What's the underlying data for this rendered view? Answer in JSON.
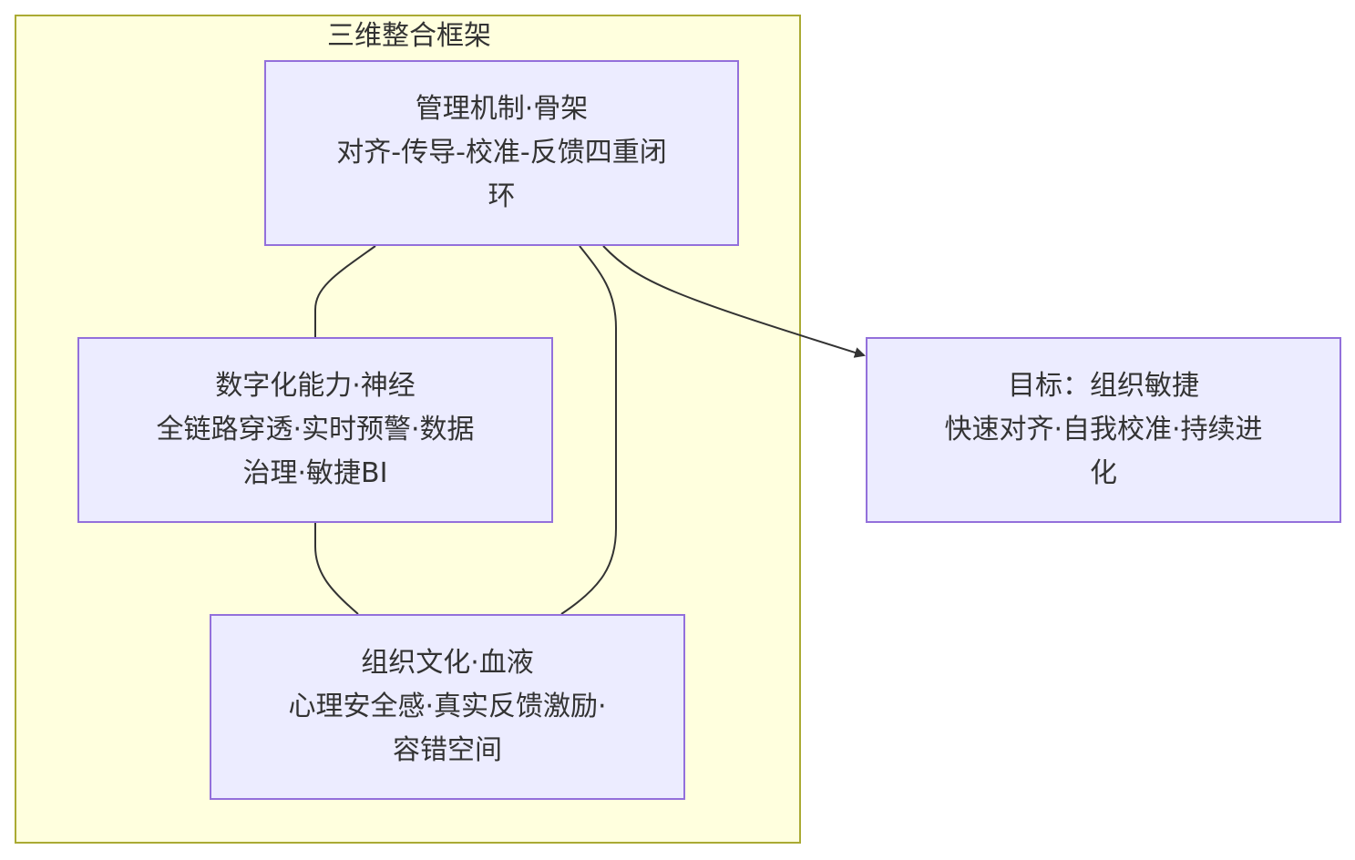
{
  "cluster": {
    "title": "三维整合框架"
  },
  "nodes": {
    "management": {
      "lines": [
        "管理机制·骨架",
        "对齐-传导-校准-反馈四重闭",
        "环"
      ]
    },
    "digital": {
      "lines": [
        "数字化能力·神经",
        "全链路穿透·实时预警·数据",
        "治理·敏捷BI"
      ]
    },
    "culture": {
      "lines": [
        "组织文化·血液",
        "心理安全感·真实反馈激励·",
        "容错空间"
      ]
    },
    "goal": {
      "lines": [
        "目标：组织敏捷",
        "快速对齐·自我校准·持续进",
        "化"
      ]
    }
  },
  "colors": {
    "cluster_fill": "#ffffde",
    "cluster_border": "#aaaa33",
    "node_fill": "#ececff",
    "node_border": "#9370db",
    "edge": "#333333",
    "text": "#333333"
  }
}
